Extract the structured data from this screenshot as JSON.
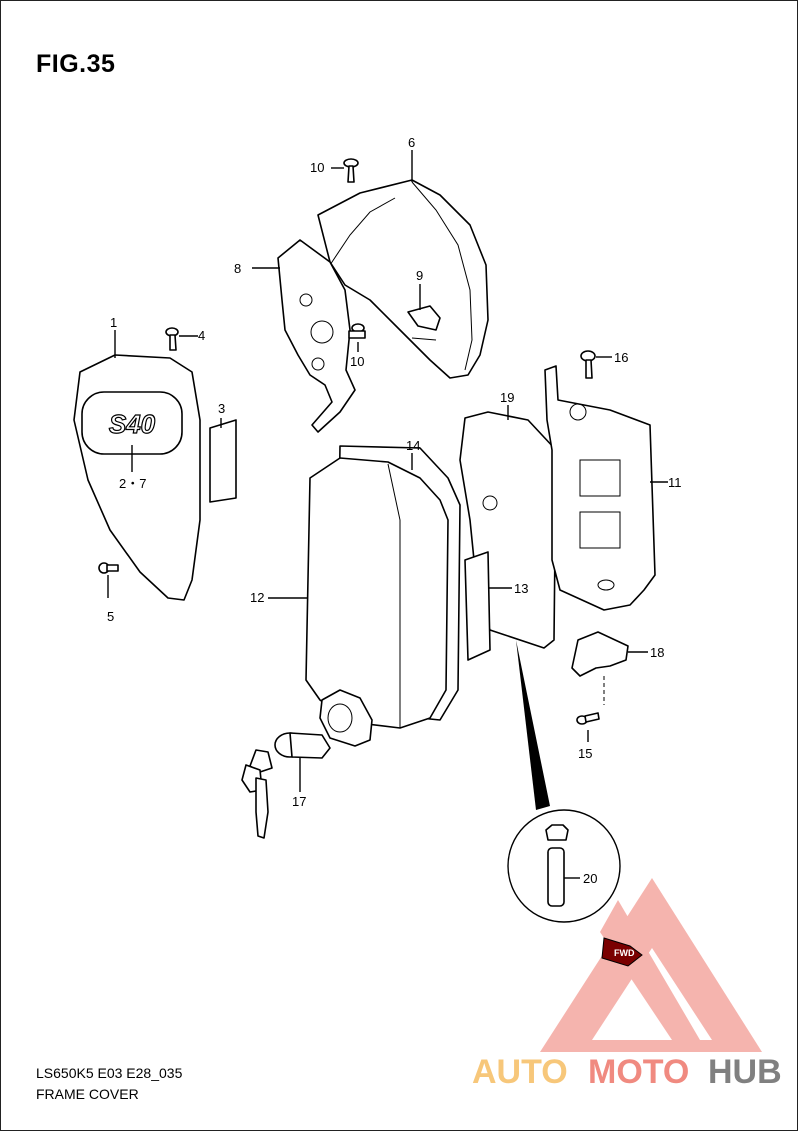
{
  "figure": {
    "title": "FIG.35"
  },
  "footer": {
    "model_code": "LS650K5 E03 E28_035",
    "section_name": "FRAME COVER"
  },
  "callouts": {
    "c1": "1",
    "c2_7": "2・7",
    "c3": "3",
    "c4": "4",
    "c5": "5",
    "c6": "6",
    "c8": "8",
    "c9": "9",
    "c10a": "10",
    "c10b": "10",
    "c11": "11",
    "c12": "12",
    "c13": "13",
    "c14": "14",
    "c15": "15",
    "c16": "16",
    "c17": "17",
    "c18": "18",
    "c19": "19",
    "c20": "20"
  },
  "emblem": {
    "text": "S40"
  },
  "arrow_tag": {
    "text": "FWD"
  },
  "watermark": {
    "part_a": "AUTO",
    "part_b": "MOTO",
    "part_c": "HUB",
    "color_a": "#f7c77a",
    "color_b": "#f08a80",
    "color_c": "#808080",
    "triangle_color": "#f4a8a0"
  }
}
